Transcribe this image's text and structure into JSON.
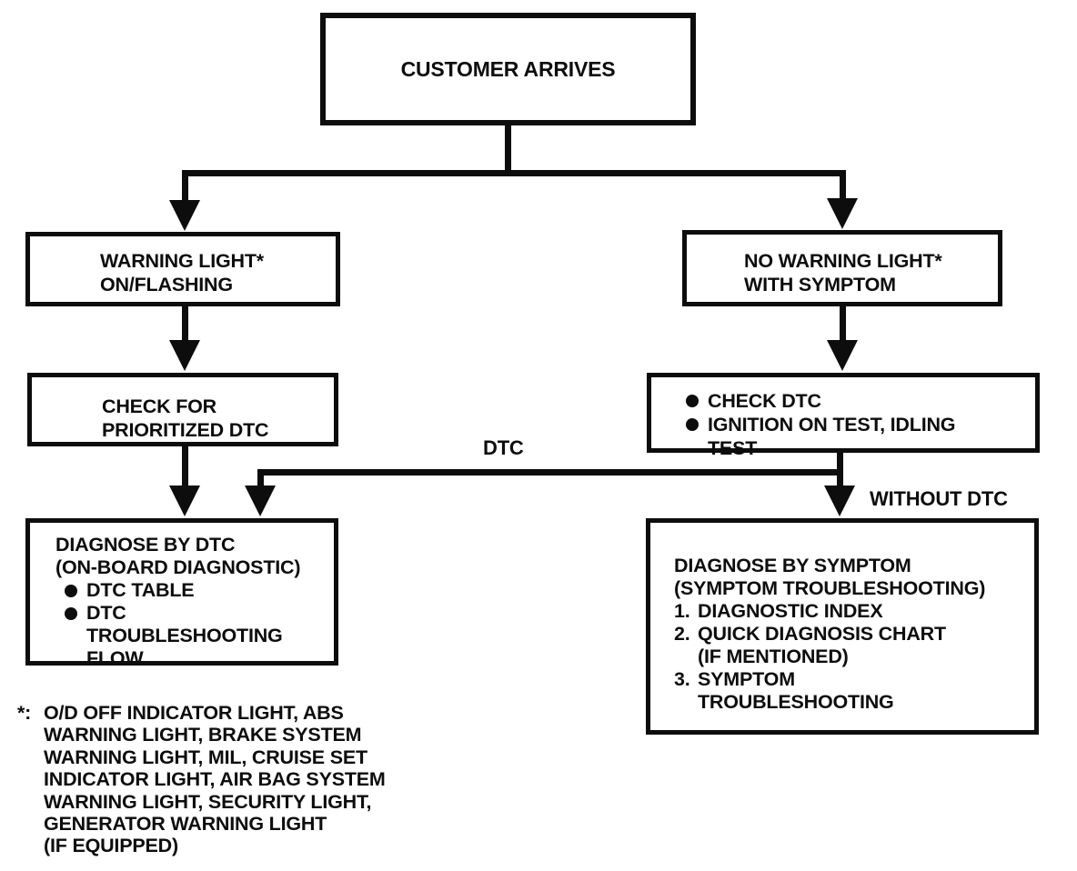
{
  "colors": {
    "ink": "#0d0d0d",
    "paper": "#ffffff"
  },
  "flowchart": {
    "nodes": {
      "customer_arrives": {
        "label": "CUSTOMER ARRIVES"
      },
      "warning_light": {
        "lines": [
          "WARNING LIGHT*",
          "ON/FLASHING"
        ]
      },
      "no_warning_light": {
        "lines": [
          "NO WARNING LIGHT*",
          "WITH SYMPTOM"
        ]
      },
      "check_for_prioritized_dtc": {
        "lines": [
          "CHECK FOR",
          "PRIORITIZED DTC"
        ]
      },
      "check_dtc_tests": {
        "bullets": [
          {
            "lines": [
              "CHECK DTC"
            ]
          },
          {
            "lines": [
              "IGNITION ON TEST, IDLING",
              "TEST"
            ]
          }
        ]
      },
      "diagnose_by_dtc": {
        "heading_lines": [
          "DIAGNOSE BY DTC",
          "(ON-BOARD DIAGNOSTIC)"
        ],
        "bullets": [
          {
            "lines": [
              "DTC TABLE"
            ]
          },
          {
            "lines": [
              "DTC",
              "TROUBLESHOOTING",
              "FLOW"
            ]
          }
        ]
      },
      "diagnose_by_symptom": {
        "heading_lines": [
          "DIAGNOSE BY SYMPTOM",
          "(SYMPTOM TROUBLESHOOTING)"
        ],
        "items": [
          {
            "num": "1.",
            "lines": [
              "DIAGNOSTIC INDEX"
            ]
          },
          {
            "num": "2.",
            "lines": [
              "QUICK DIAGNOSIS CHART",
              "(IF MENTIONED)"
            ]
          },
          {
            "num": "3.",
            "lines": [
              "SYMPTOM",
              "TROUBLESHOOTING"
            ]
          }
        ]
      }
    },
    "edge_labels": {
      "dtc": "DTC",
      "without_dtc": "WITHOUT DTC"
    },
    "footnote": {
      "marker": "*:",
      "lines": [
        "O/D OFF INDICATOR LIGHT, ABS",
        "WARNING LIGHT, BRAKE SYSTEM",
        "WARNING LIGHT, MIL, CRUISE SET",
        "INDICATOR LIGHT, AIR BAG SYSTEM",
        "WARNING LIGHT, SECURITY LIGHT,",
        "GENERATOR WARNING LIGHT",
        "(IF EQUIPPED)"
      ]
    }
  }
}
